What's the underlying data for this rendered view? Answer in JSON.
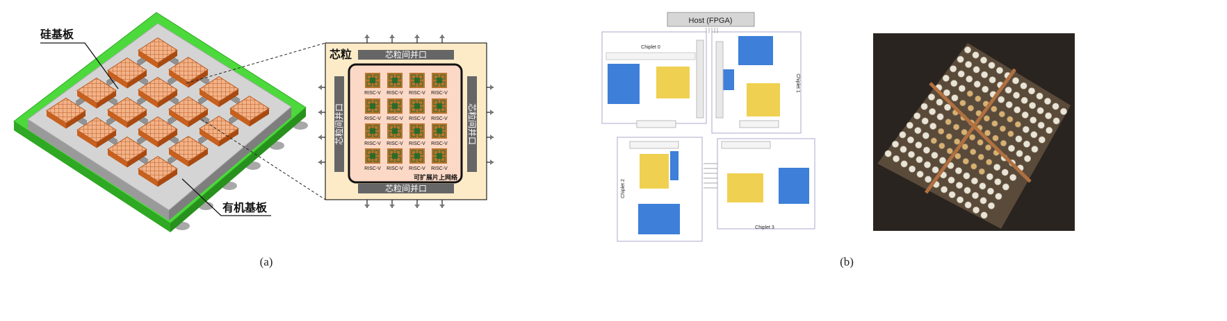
{
  "panel_a": {
    "caption": "(a)",
    "silicon_label": "硅基板",
    "organic_label": "有机基板",
    "chiplet_title": "芯粒",
    "interface_label": "芯粒间并口",
    "core_label": "RISC-V",
    "noc_label": "可扩展片上网络",
    "colors": {
      "organic": "#4cd93c",
      "silicon": "#c8c8c8",
      "chiplet": "#e07a3c",
      "chiplet_bg": "#fdebc8",
      "core": "#b8732e",
      "core_center": "#2a6b2a",
      "interface_bar": "#666666"
    }
  },
  "panel_b": {
    "caption": "(b)",
    "host_label": "Host (FPGA)",
    "chiplet_labels": [
      "Chiplet 0",
      "Chiplet 1",
      "Chiplet 2",
      "Chiplet 3"
    ],
    "colors": {
      "block_blue": "#3d7fd9",
      "block_yellow": "#f0d050",
      "photo_bg": "#2a2420",
      "ball": "#e8e4d8",
      "die": "#c8a060"
    }
  }
}
